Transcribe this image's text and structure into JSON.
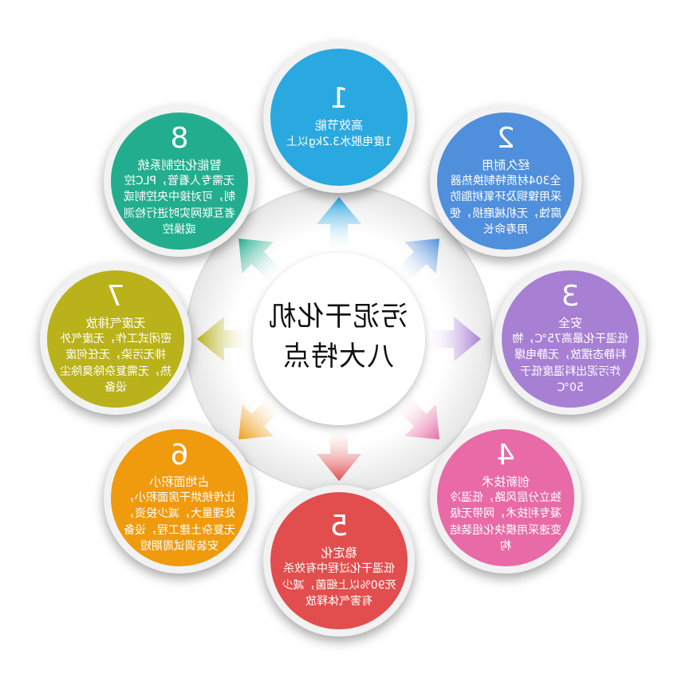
{
  "center": {
    "line1": "污泥干化机",
    "line2": "八大特点"
  },
  "features": [
    {
      "num": "1",
      "title": "高效节能",
      "desc": "1度电脱水3.2kg以上",
      "color": "#2aa8e0"
    },
    {
      "num": "2",
      "title": "经久耐用",
      "desc": "全304材质特制换热器采用镍铜及环氧树脂防腐蚀，无机械磨损，使用寿命长",
      "color": "#4f8fdc"
    },
    {
      "num": "3",
      "title": "安全",
      "desc": "低温干化最高75℃，物料静态摆放，无静电爆炸污泥出料温度低于50℃",
      "color": "#a77fd3"
    },
    {
      "num": "4",
      "title": "创新技术",
      "desc": "独立分层风路，低温冷凝专利技术，网带无级变速采用模块化组装结构",
      "color": "#e86aa7"
    },
    {
      "num": "5",
      "title": "稳定化",
      "desc": "低温干化过程中有效杀死90%以上细菌，减少有害气体释放",
      "color": "#e24d4d"
    },
    {
      "num": "6",
      "title": "占地面积小",
      "desc": "比传统烘干房面积小，处理量大，减少投资，无复杂土建工程，设备安装调试周期短",
      "color": "#f09a0e"
    },
    {
      "num": "7",
      "title": "无废气排放",
      "desc": "密闭式工作，无废气外排无污染，无任何废热，无需复杂除臭除尘设备",
      "color": "#b9b21a"
    },
    {
      "num": "8",
      "title": "智能化控制系统",
      "desc": "无需专人看管，PLC控制，可对接中央控制或者互联网实时进行检测或操控",
      "color": "#22ae8e"
    }
  ]
}
